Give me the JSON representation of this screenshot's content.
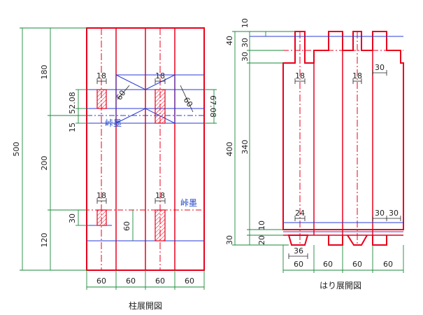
{
  "colors": {
    "outline": "#e8001c",
    "blueline": "#2b3bd6",
    "dimline": "#1a8a3a",
    "text": "#222222"
  },
  "column": {
    "caption": "柱展開図",
    "total_height": "500",
    "segments": [
      "180",
      "200",
      "120"
    ],
    "widths": [
      "60",
      "60",
      "60",
      "60"
    ],
    "labels": {
      "dim_52": "52.08",
      "dim_15": "15",
      "dim_67": "67.08",
      "dim_30": "30",
      "dim_60v": "60",
      "diag_a": "60",
      "diag_b": "60",
      "hole_a": "18",
      "hole_b": "18",
      "hole_c": "18",
      "hole_d": "18",
      "mark_a": "峠墨",
      "mark_b": "峠墨"
    }
  },
  "beam": {
    "caption": "はり展開図",
    "total_height": "400",
    "left_dims": [
      "10",
      "40",
      "30",
      "30",
      "340",
      "30",
      "10",
      "20"
    ],
    "widths": [
      "60",
      "60",
      "60",
      "60"
    ],
    "labels": {
      "hole_a": "18",
      "hole_b": "18",
      "dim_30a": "30",
      "dim_24": "24",
      "dim_36": "36",
      "dim_30b": "30",
      "dim_30c": "30"
    }
  }
}
